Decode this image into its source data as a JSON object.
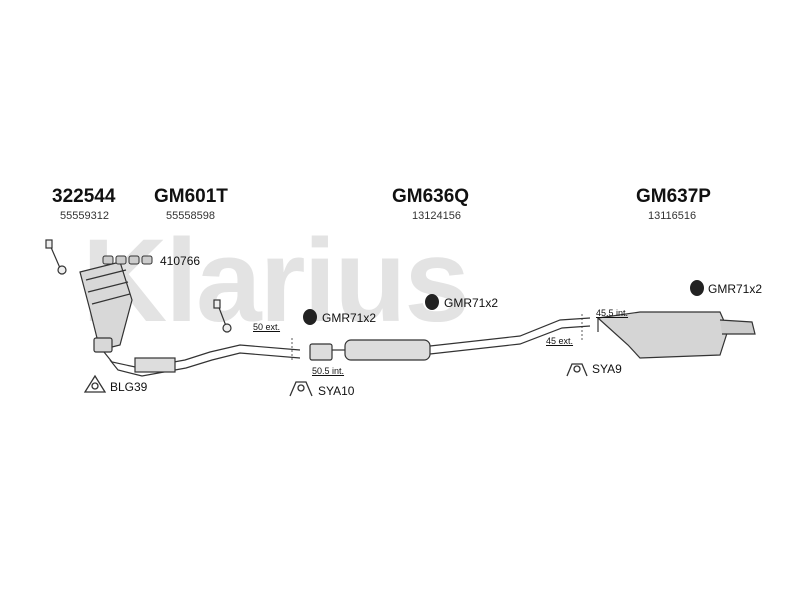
{
  "watermark": "Klarius",
  "sections": [
    {
      "code": "322544",
      "oem": "55559312"
    },
    {
      "code": "GM601T",
      "oem": "55558598"
    },
    {
      "code": "GM636Q",
      "oem": "13124156"
    },
    {
      "code": "GM637P",
      "oem": "13116516"
    }
  ],
  "parts": {
    "gasket_set": "410766",
    "gasket_blg": "BLG39",
    "clamp_sya10": "SYA10",
    "clamp_sya9": "SYA9",
    "mount_1": "GMR71x2",
    "mount_2": "GMR71x2",
    "mount_3": "GMR71x2"
  },
  "dimensions": {
    "d1": "50 ext.",
    "d2": "50.5 int.",
    "d3": "45.5 int.",
    "d4": "45 ext."
  }
}
